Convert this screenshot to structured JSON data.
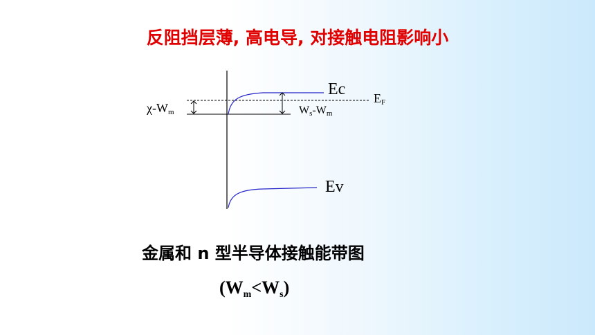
{
  "title": "反阻挡层薄, 高电导, 对接触电阻影响小",
  "diagram": {
    "ec_label": "Ec",
    "ev_label": "Ev",
    "ef_label": "E",
    "ef_sub": "F",
    "chi_label": "χ-W",
    "chi_sub": "m",
    "ws_label_a": "W",
    "ws_sub_a": "s",
    "ws_label_b": "-W",
    "ws_sub_b": "m",
    "colors": {
      "band": "#2323c8",
      "axis": "#000000",
      "title": "#e00000"
    }
  },
  "caption": "金属和 n 型半导体接触能带图",
  "condition": {
    "open": "(W",
    "sub_m": "m",
    "mid": "<W",
    "sub_s": "s",
    "close": ")"
  }
}
